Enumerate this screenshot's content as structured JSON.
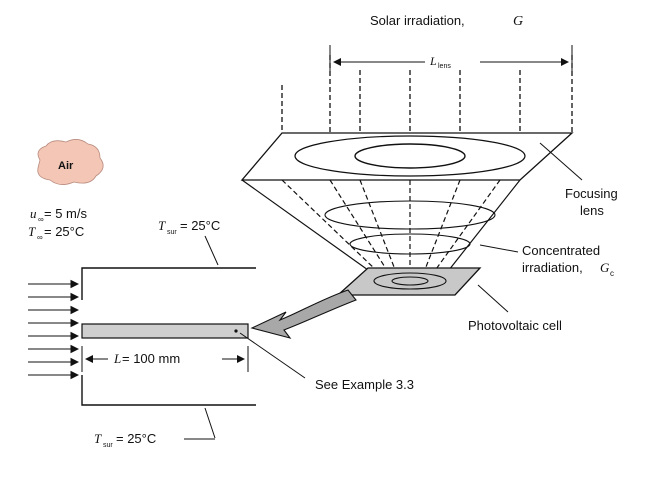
{
  "labels": {
    "solar": "Solar irradiation,",
    "solar_symbol": "G",
    "lens_symbol": "L",
    "lens_sub": "lens",
    "air": "Air",
    "u_sym": "u",
    "u_sub": "∞",
    "u_val": " = 5 m/s",
    "t_sym": "T",
    "t_sub": "∞",
    "t_val": " = 25°C",
    "tsur_top_sym": "T",
    "tsur_top_sub": "sur",
    "tsur_top_val": " = 25°C",
    "tsur_bot_sym": "T",
    "tsur_bot_sub": "sur",
    "tsur_bot_val": " = 25°C",
    "length_sym": "L",
    "length_val": " = 100 mm",
    "focusing_1": "Focusing",
    "focusing_2": "lens",
    "concentrated_1": "Concentrated",
    "concentrated_2": "irradiation,",
    "concentrated_sym": "G",
    "concentrated_sub": "c",
    "pv_cell": "Photovoltaic cell",
    "see_example": "See Example 3.3"
  },
  "colors": {
    "ink": "#111111",
    "air_blob": "#f4c6b6",
    "cell_fill": "#c8c8c8",
    "plate_fill": "#cfcfcf",
    "arrow_fill": "#a8a8a8"
  }
}
